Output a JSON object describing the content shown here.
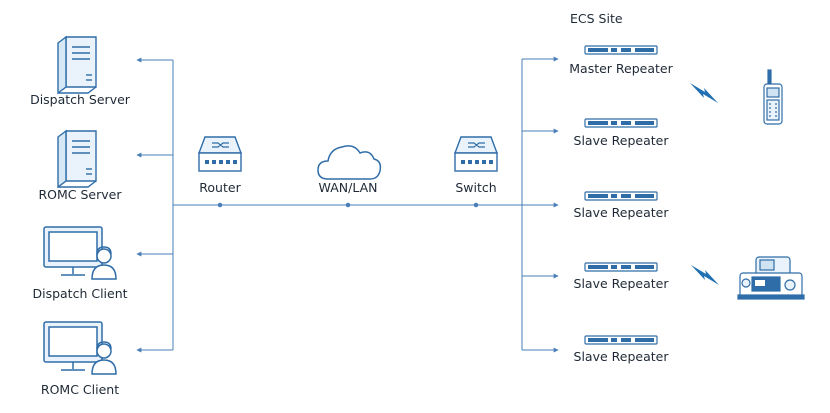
{
  "site": {
    "title": "ECS Site"
  },
  "left_devices": [
    {
      "label": "Dispatch Server",
      "icon": "server-icon"
    },
    {
      "label": "ROMC Server",
      "icon": "server-icon"
    },
    {
      "label": "Dispatch Client",
      "icon": "monitor-user-icon"
    },
    {
      "label": "ROMC Client",
      "icon": "monitor-user-icon"
    }
  ],
  "network": {
    "router": {
      "label": "Router",
      "icon": "router-icon"
    },
    "wan": {
      "label": "WAN/LAN",
      "icon": "cloud-icon"
    },
    "switch": {
      "label": "Switch",
      "icon": "switch-icon"
    }
  },
  "repeaters": [
    {
      "label": "Master Repeater"
    },
    {
      "label": "Slave Repeater"
    },
    {
      "label": "Slave Repeater"
    },
    {
      "label": "Slave Repeater"
    },
    {
      "label": "Slave Repeater"
    }
  ],
  "terminals": [
    {
      "name": "handheld-radio-icon"
    },
    {
      "name": "mobile-radio-icon"
    }
  ],
  "colors": {
    "line": "#4a7fb8",
    "icon_stroke": "#2f6da8",
    "icon_fill": "#eaf3fb",
    "accent": "#1f6fb2",
    "text": "#1f2a36"
  }
}
